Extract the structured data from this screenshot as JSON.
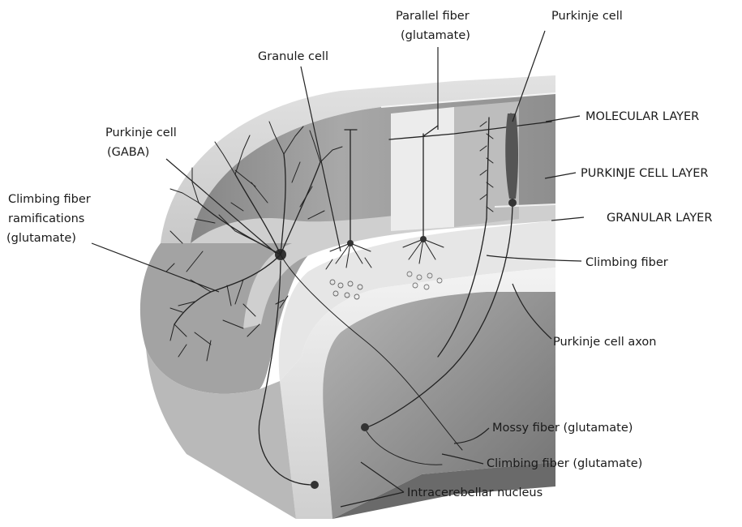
{
  "labels": {
    "parallel_fiber_line1": "Parallel fiber",
    "parallel_fiber_line2": "(glutamate)",
    "purkinje_cell_top": "Purkinje cell",
    "granule_cell": "Granule cell",
    "purkinje_gaba_line1": "Purkinje cell",
    "purkinje_gaba_line2": "(GABA)",
    "climbing_ram_line1": "Climbing fiber",
    "climbing_ram_line2": "ramifications",
    "climbing_ram_line3": "(glutamate)",
    "molecular_layer": "MOLECULAR LAYER",
    "purkinje_cell_layer": "PURKINJE CELL LAYER",
    "granular_layer": "GRANULAR LAYER",
    "climbing_fiber": "Climbing fiber",
    "purkinje_cell_axon": "Purkinje cell axon",
    "mossy_fiber": "Mossy fiber (glutamate)",
    "climbing_fiber_glutamate": "Climbing fiber (glutamate)",
    "intracerebellar_nucleus": "Intracerebellar nucleus"
  },
  "colors": {
    "molecular": "#9a9a9a",
    "purkinje_band": "#c8c8c8",
    "granular": "#e4e4e4",
    "white_matter": "#d2d2d2",
    "inner_face": "#bdbdbd",
    "dark_face": "#8a8a8a"
  }
}
